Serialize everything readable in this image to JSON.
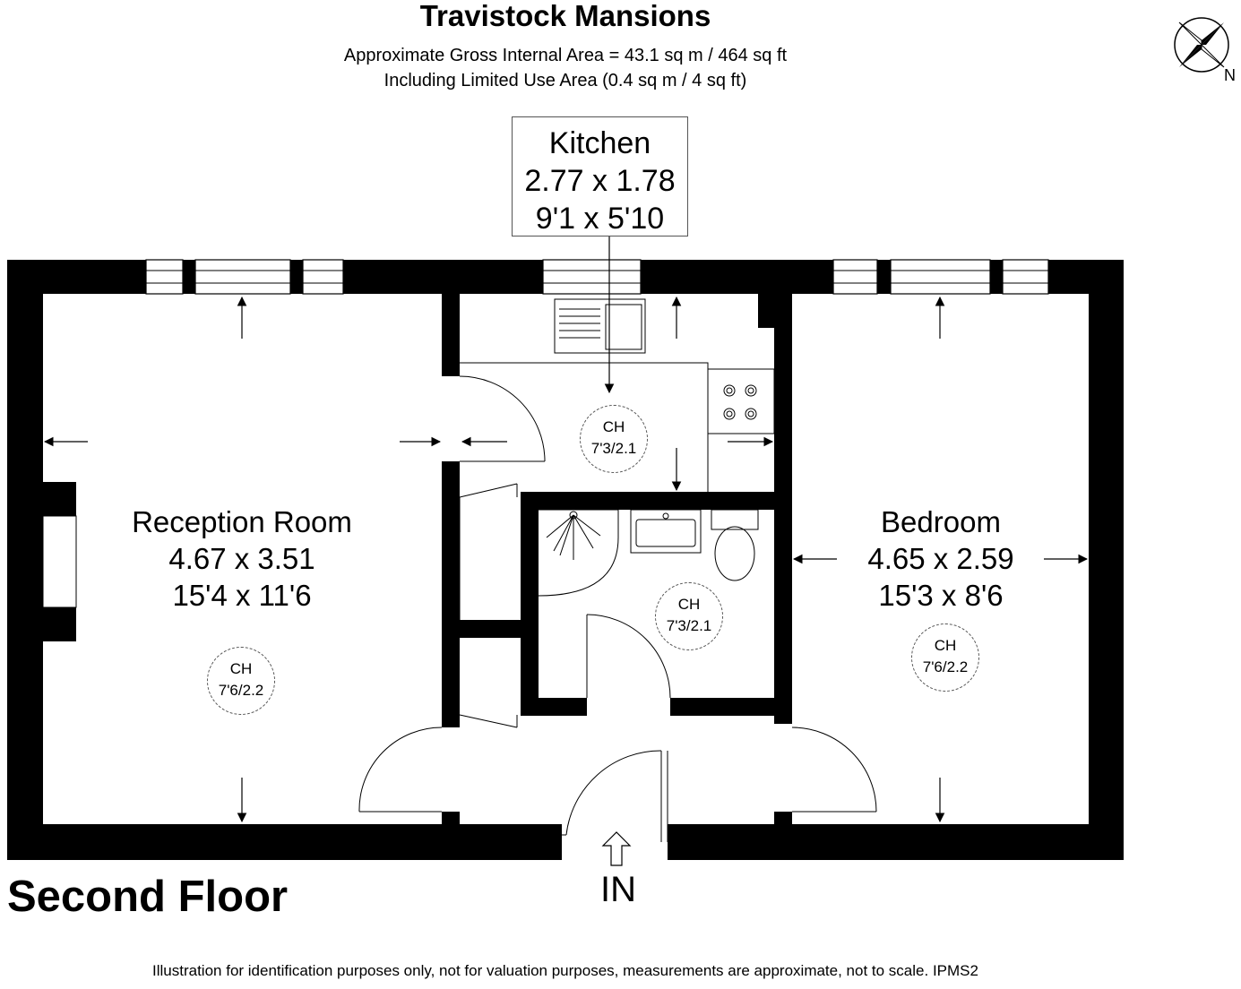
{
  "header": {
    "title": "Travistock Mansions",
    "area_line": "Approximate Gross Internal Area = 43.1 sq m / 464 sq ft",
    "limited_line": "Including Limited Use Area (0.4 sq m / 4 sq ft)"
  },
  "compass": {
    "north_label": "N"
  },
  "rooms": {
    "kitchen": {
      "name": "Kitchen",
      "metric": "2.77 x 1.78",
      "imperial": "9'1 x 5'10",
      "ceiling_label": "CH",
      "ceiling_value": "7'3/2.1"
    },
    "reception": {
      "name": "Reception Room",
      "metric": "4.67 x 3.51",
      "imperial": "15'4 x 11'6",
      "ceiling_label": "CH",
      "ceiling_value": "7'6/2.2"
    },
    "bedroom": {
      "name": "Bedroom",
      "metric": "4.65 x 2.59",
      "imperial": "15'3 x 8'6",
      "ceiling_label": "CH",
      "ceiling_value": "7'6/2.2"
    },
    "bathroom": {
      "ceiling_label": "CH",
      "ceiling_value": "7'3/2.1"
    }
  },
  "entrance_label": "IN",
  "floor_label": "Second Floor",
  "disclaimer": "Illustration for identification purposes only, not for valuation purposes, measurements are approximate, not to scale. IPMS2"
}
